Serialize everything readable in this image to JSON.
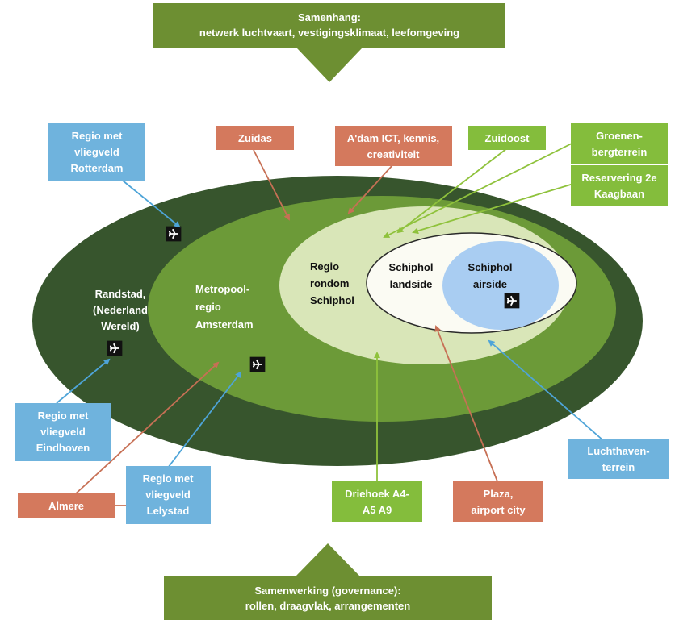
{
  "colors": {
    "outer_ring": "#37552d",
    "metro_ring": "#6c9a38",
    "region_ring": "#d9e6b8",
    "landside": "#fbfbf3",
    "airside": "#a9cdf2",
    "arrow_green": "#6d8f32",
    "box_blue": "#6fb3dd",
    "box_orange": "#d4795d",
    "box_green": "#84bd3c",
    "line_blue": "#4ea4d8",
    "line_orange": "#c77055",
    "line_green": "#8fc23c"
  },
  "icons": {
    "airport": "airplane-icon"
  },
  "top_arrow": {
    "line1": "Samenhang:",
    "line2": "netwerk luchtvaart, vestigingsklimaat, leefomgeving"
  },
  "bottom_arrow": {
    "line1": "Samenwerking (governance):",
    "line2": "rollen, draagvlak, arrangementen"
  },
  "zones": {
    "randstad": [
      "Randstad,",
      "(Nederland",
      "Wereld)"
    ],
    "metropool": [
      "Metropool-",
      "regio",
      "Amsterdam"
    ],
    "regio": [
      "Regio",
      "rondom",
      "Schiphol"
    ],
    "landside": [
      "Schiphol",
      "landside"
    ],
    "airside": [
      "Schiphol",
      "airside"
    ]
  },
  "boxes": {
    "rotterdam": [
      "Regio met",
      "vliegveld",
      "Rotterdam"
    ],
    "zuidas": [
      "Zuidas"
    ],
    "ict": [
      "A'dam ICT, kennis,",
      "creativiteit"
    ],
    "zuidoost": [
      "Zuidoost"
    ],
    "groenenberg": [
      "Groenen-",
      "bergterrein"
    ],
    "kaagbaan": [
      "Reservering 2e",
      "Kaagbaan"
    ],
    "eindhoven": [
      "Regio met",
      "vliegveld",
      "Eindhoven"
    ],
    "lelystad": [
      "Regio met",
      "vliegveld",
      "Lelystad"
    ],
    "almere": [
      "Almere"
    ],
    "driehoek": [
      "Driehoek A4-",
      "A5 A9"
    ],
    "plaza": [
      "Plaza,",
      "airport city"
    ],
    "luchthaven": [
      "Luchthaven-",
      "terrein"
    ]
  }
}
